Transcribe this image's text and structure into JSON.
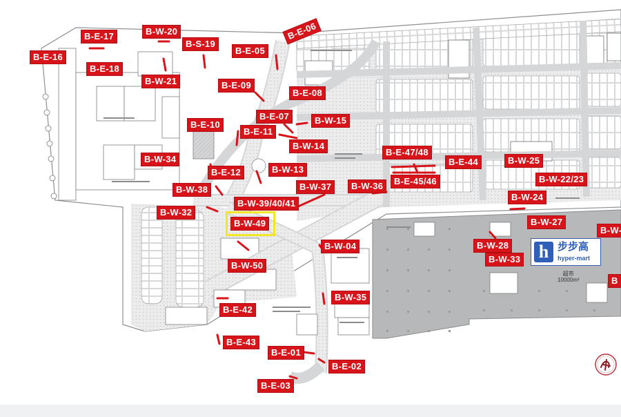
{
  "map": {
    "labels": {
      "be17": "B-E-17",
      "bw20": "B-W-20",
      "be16": "B-E-16",
      "be18": "B-E-18",
      "bs19": "B-S-19",
      "be05": "B-E-05",
      "be06": "B-E-06",
      "bw21": "B-W-21",
      "be09": "B-E-09",
      "be08": "B-E-08",
      "be07": "B-E-07",
      "bw15": "B-W-15",
      "be10": "B-E-10",
      "be11": "B-E-11",
      "bw14": "B-W-14",
      "be4748": "B-E-47/48",
      "be44": "B-E-44",
      "bw25": "B-W-25",
      "bw34": "B-W-34",
      "be12": "B-E-12",
      "bw13": "B-W-13",
      "be4546": "B-E-45/46",
      "bw2223": "B-W-22/23",
      "bw38": "B-W-38",
      "bw37": "B-W-37",
      "bw36": "B-W-36",
      "bw24": "B-W-24",
      "bw394041": "B-W-39/40/41",
      "bw32": "B-W-32",
      "bw49": "B-W-49",
      "bw27": "B-W-27",
      "bw4_cut": "B-W-4",
      "bw28": "B-W-28",
      "bw04": "B-W-04",
      "bw33": "B-W-33",
      "bw50": "B-W-50",
      "b_cut": "B",
      "bw35": "B-W-35",
      "be42": "B-E-42",
      "be43": "B-E-43",
      "be01": "B-E-01",
      "be02": "B-E-02",
      "be03": "B-E-03"
    },
    "highlighted": "B-W-49",
    "store": {
      "logo_letter": "h",
      "name_cn": "步步高",
      "name_en": "hyper-mart",
      "area_label": "超市",
      "area_value": "10000m²"
    },
    "colors": {
      "label_red": "#d8141b",
      "highlight_yellow": "#f2e626",
      "building_gray": "#b7b8ba",
      "road_pattern": "#d9dadc",
      "logo_blue": "#2f5fb8",
      "footer_gray": "#f0f1f3"
    },
    "icons": {
      "seal": "calligraphy-seal-icon",
      "store": "hypermart-logo-icon"
    }
  }
}
